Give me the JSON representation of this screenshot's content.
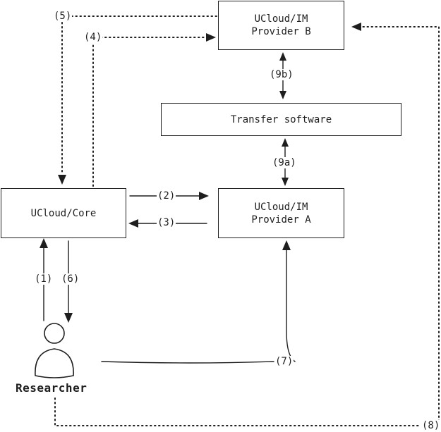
{
  "nodes": {
    "provider_b": {
      "line1": "UCloud/IM",
      "line2": "Provider B"
    },
    "transfer": {
      "label": "Transfer software"
    },
    "core": {
      "label": "UCloud/Core"
    },
    "provider_a": {
      "line1": "UCloud/IM",
      "line2": "Provider A"
    }
  },
  "actor": {
    "label": "Researcher"
  },
  "edges": {
    "e1": "(1)",
    "e2": "(2)",
    "e3": "(3)",
    "e4": "(4)",
    "e5": "(5)",
    "e6": "(6)",
    "e7": "(7)",
    "e8": "(8)",
    "e9a": "(9a)",
    "e9b": "(9b)"
  }
}
